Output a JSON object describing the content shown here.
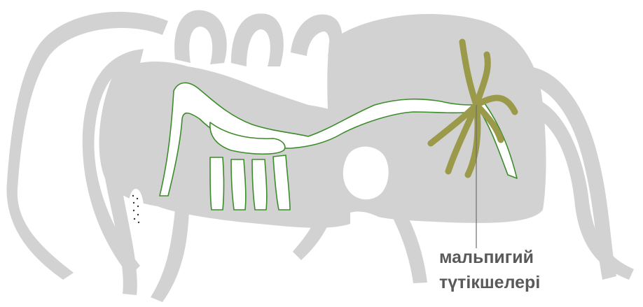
{
  "label": {
    "line1": "мальпигий",
    "line2": "түтікшелері"
  },
  "colors": {
    "body": "#d2d2d2",
    "gut_outline": "#3c8c2a",
    "malpighian_tubules": "#9a9a4a",
    "pointer_line": "#6f6f6f",
    "label_text": "#595959"
  },
  "icons": [
    "spider-silhouette",
    "digestive-tract",
    "malpighian-tubules",
    "spinnerets"
  ]
}
